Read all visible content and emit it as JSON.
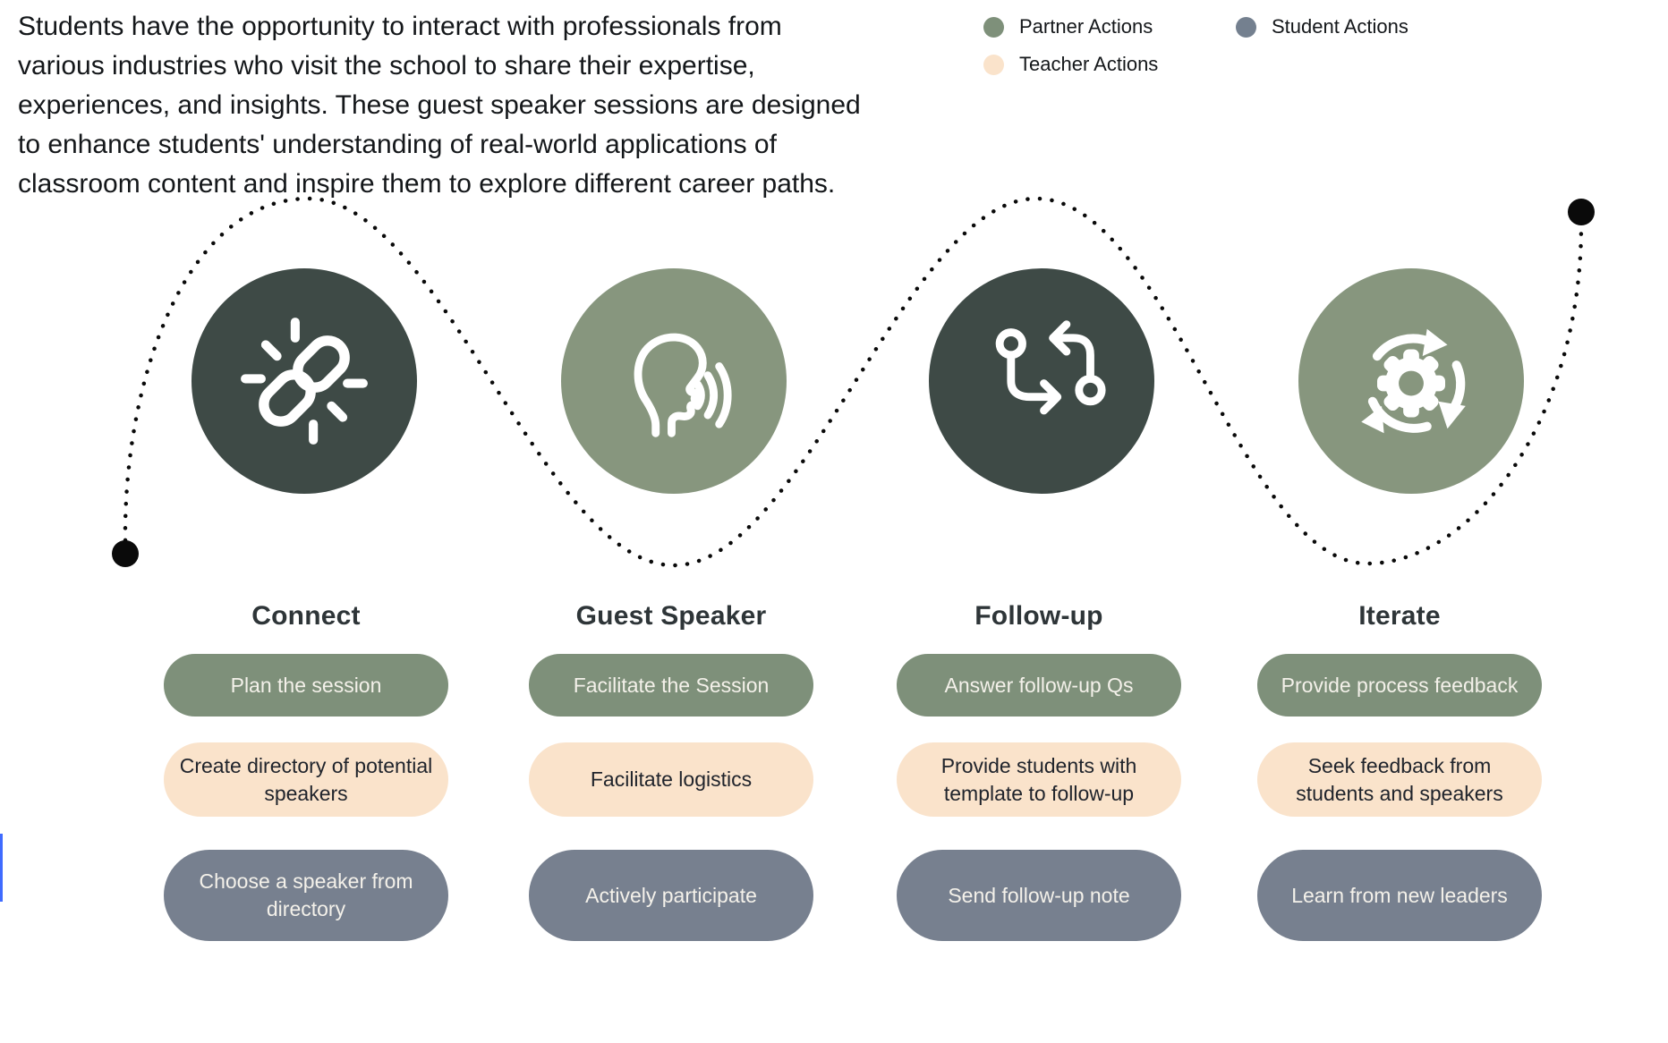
{
  "intro": {
    "lines": [
      "Students have the opportunity to interact with professionals from",
      "various industries who visit the school to share their expertise,",
      "experiences, and insights. These guest speaker sessions are designed",
      "to enhance students' understanding of real-world applications of",
      "classroom content and inspire them to explore different career paths."
    ]
  },
  "legend": {
    "items": [
      {
        "label": "Partner Actions",
        "color": "#7E907A"
      },
      {
        "label": "Teacher Actions",
        "color": "#FAE3CB"
      },
      {
        "label": "Student Actions",
        "color": "#74808F"
      }
    ]
  },
  "colors": {
    "partner": "#7E907A",
    "teacher": "#FAE3CB",
    "student": "#77808F",
    "dark": "#3E4A46",
    "sage": "#87967E",
    "ink": "#20242C",
    "light": "#F4F1EA",
    "heading": "#2E3538",
    "dots": "#0A0A0A",
    "edge": "#3F6BFF"
  },
  "stages": [
    {
      "title": "Connect",
      "icon": "chain-link-icon",
      "actions": [
        {
          "type": "partner",
          "label": "Plan the session"
        },
        {
          "type": "teacher",
          "label": "Create directory of potential speakers"
        },
        {
          "type": "student",
          "label": "Choose a speaker from directory"
        }
      ]
    },
    {
      "title": "Guest Speaker",
      "icon": "speaking-head-icon",
      "actions": [
        {
          "type": "partner",
          "label": "Facilitate the Session"
        },
        {
          "type": "teacher",
          "label": "Facilitate logistics"
        },
        {
          "type": "student",
          "label": "Actively participate"
        }
      ]
    },
    {
      "title": "Follow-up",
      "icon": "loop-arrows-icon",
      "actions": [
        {
          "type": "partner",
          "label": "Answer follow-up Qs"
        },
        {
          "type": "teacher",
          "label": "Provide students with template to follow-up"
        },
        {
          "type": "student",
          "label": "Send follow-up note"
        }
      ]
    },
    {
      "title": "Iterate",
      "icon": "gear-cycle-icon",
      "actions": [
        {
          "type": "partner",
          "label": "Provide process feedback"
        },
        {
          "type": "teacher",
          "label": "Seek feedback from students and speakers"
        },
        {
          "type": "student",
          "label": "Learn from new leaders"
        }
      ]
    }
  ]
}
